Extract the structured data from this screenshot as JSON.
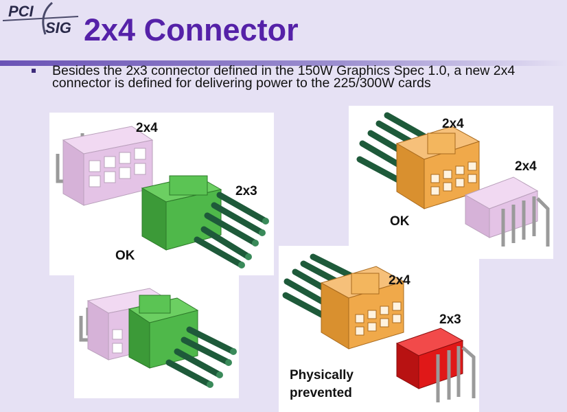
{
  "logo": {
    "line1": "PCI",
    "line2": "SIG"
  },
  "title": "2x4 Connector",
  "bullet_text": "Besides the 2x3 connector defined in the 150W Graphics Spec 1.0, a new 2x4 connector is defined for delivering power to the 225/300W cards",
  "panels": {
    "p1": {
      "label_2x4": "2x4",
      "label_2x3": "2x3",
      "status": "OK"
    },
    "p2": {
      "label_2x4_top": "2x4",
      "label_2x4_side": "2x4",
      "status": "OK"
    },
    "p4": {
      "label_2x4": "2x4",
      "label_2x3": "2x3",
      "status_line1": "Physically",
      "status_line2": "prevented"
    }
  },
  "colors": {
    "title": "#5521a8",
    "background": "#e6e1f4",
    "pink_header": "#e8c6ea",
    "green_plug": "#4fb84a",
    "orange_plug": "#f0a94a",
    "red_plug": "#e01818",
    "wire": "#1e5a3a"
  }
}
